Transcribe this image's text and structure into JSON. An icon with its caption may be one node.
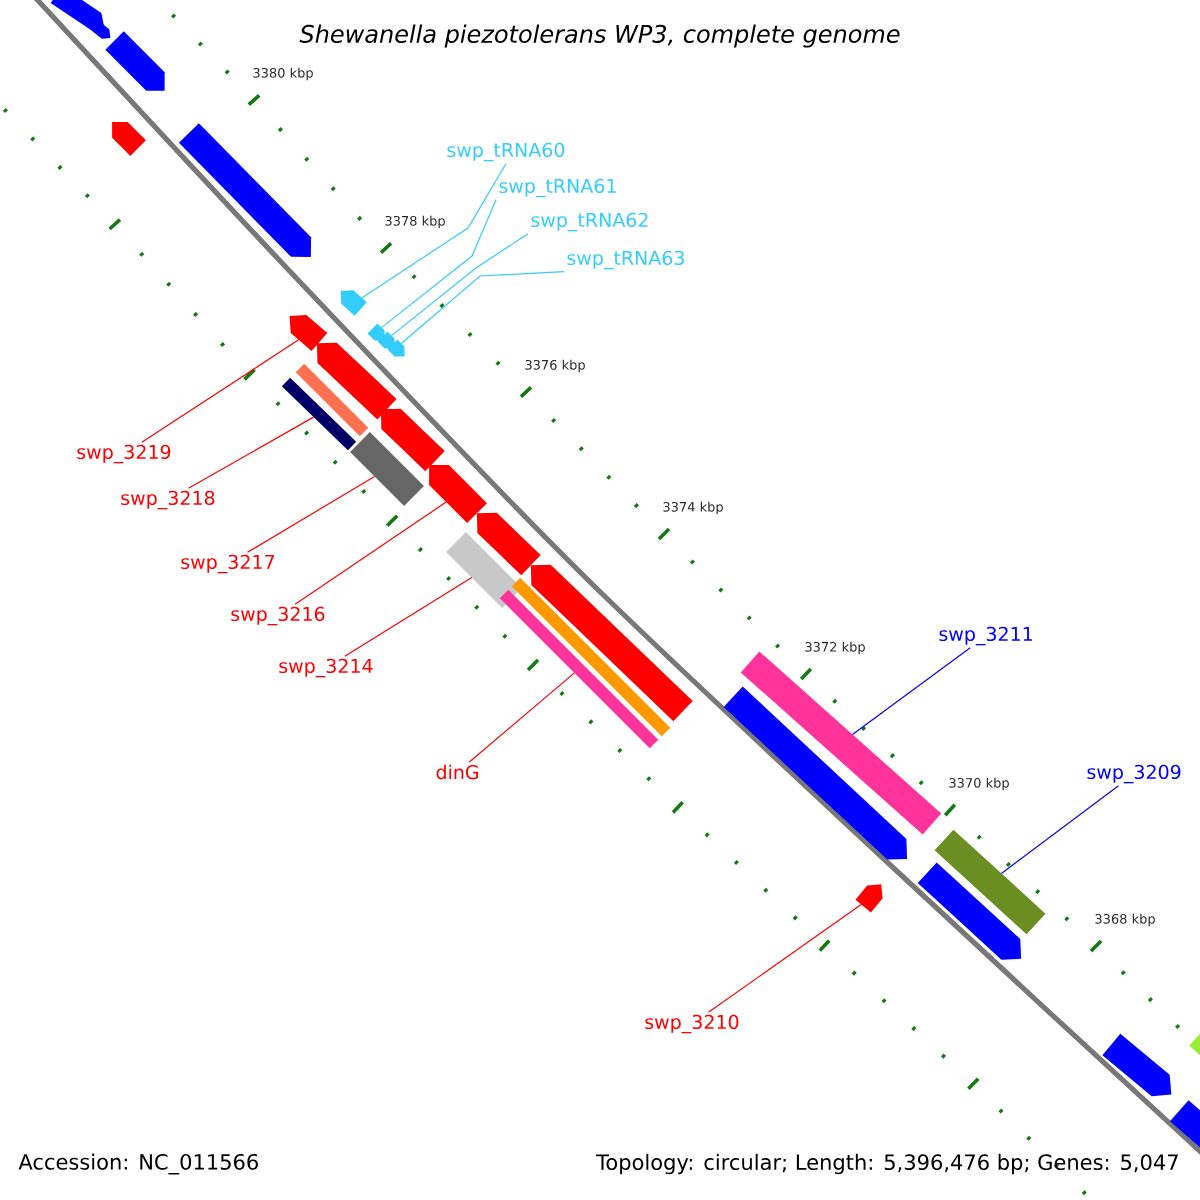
{
  "diagram": {
    "title": "Shewanella piezotolerans WP3, complete genome",
    "nodes": [
      {
        "text": [
          "swp_tRNA60"
        ]
      },
      {
        "text": [
          "swp_tRNA61"
        ]
      },
      {
        "text": [
          "swp_tRNA62"
        ]
      },
      {
        "text": [
          "swp_tRNA63"
        ]
      },
      {
        "text": [
          "swp_3219"
        ]
      },
      {
        "text": [
          "swp_3218"
        ]
      },
      {
        "text": [
          "swp_3217"
        ]
      },
      {
        "text": [
          "swp_3216"
        ]
      },
      {
        "text": [
          "swp_3214"
        ]
      },
      {
        "text": [
          "dinG"
        ]
      },
      {
        "text": [
          "swp_3211"
        ]
      },
      {
        "text": [
          "swp_3209"
        ]
      },
      {
        "text": [
          "swp_3210"
        ]
      },
      {
        "text": [],
        "shape": "pentagon"
      },
      {
        "text": [],
        "shape": "pentagon"
      },
      {
        "text": [],
        "shape": "pentagon"
      },
      {
        "text": [],
        "shape": "pentagon"
      },
      {
        "text": [],
        "shape": "pentagon"
      },
      {
        "text": [],
        "shape": "bar"
      },
      {
        "text": [],
        "shape": "bar"
      },
      {
        "text": [],
        "shape": "pentagon"
      },
      {
        "text": [],
        "shape": "bar"
      },
      {
        "text": [],
        "shape": "bar"
      },
      {
        "text": [],
        "shape": "bar"
      },
      {
        "text": [],
        "shape": "bar"
      },
      {
        "text": [],
        "shape": "pentagon"
      },
      {
        "text": [],
        "shape": "pentagon"
      },
      {
        "text": [],
        "shape": "pentagon"
      },
      {
        "text": [],
        "shape": "pentagon"
      },
      {
        "text": [],
        "shape": "pentagon"
      },
      {
        "text": [],
        "shape": "pentagon"
      },
      {
        "text": [],
        "shape": "bar"
      },
      {
        "text": [],
        "shape": "pentagon"
      },
      {
        "text": [],
        "shape": "pentagon"
      },
      {
        "text": [],
        "shape": "pentagon"
      },
      {
        "text": [],
        "shape": "pentagon"
      },
      {
        "text": [],
        "shape": "bar"
      },
      {
        "text": [],
        "shape": "pentagon"
      },
      {
        "text": [],
        "shape": "pentagon"
      },
      {
        "text": [],
        "shape": "pentagon"
      },
      {
        "text": [],
        "shape": "bar"
      },
      {
        "text": [],
        "shape": "pentagon"
      }
    ],
    "edges": [
      {
        "from": 0,
        "to": 13,
        "arrow": "none",
        "color": "#33ccff"
      },
      {
        "from": 1,
        "to": 14,
        "arrow": "none",
        "color": "#33ccff"
      },
      {
        "from": 2,
        "to": 15,
        "arrow": "none",
        "color": "#33ccff"
      },
      {
        "from": 3,
        "to": 16,
        "arrow": "none",
        "color": "#33ccff"
      },
      {
        "from": 4,
        "to": 17,
        "arrow": "none"
      },
      {
        "from": 5,
        "to": 18,
        "arrow": "none"
      },
      {
        "from": 6,
        "to": 19,
        "arrow": "none"
      },
      {
        "from": 7,
        "to": 20,
        "arrow": "none"
      },
      {
        "from": 8,
        "to": 21,
        "arrow": "none"
      },
      {
        "from": 9,
        "to": 22,
        "arrow": "none"
      },
      {
        "from": 10,
        "to": 23,
        "arrow": "none",
        "color": "#0000ff"
      },
      {
        "from": 11,
        "to": 24,
        "arrow": "none",
        "color": "#0000ff"
      },
      {
        "from": 12,
        "to": 25,
        "arrow": "none"
      }
    ],
    "labels": [
      "3380 kbp",
      "3378 kbp",
      "3376 kbp",
      "3374 kbp",
      "3372 kbp",
      "3370 kbp",
      "3368 kbp",
      "Accession: NC_011566",
      "Topology: circular; Length: 5,396,476 bp; Genes: 5,047"
    ]
  }
}
